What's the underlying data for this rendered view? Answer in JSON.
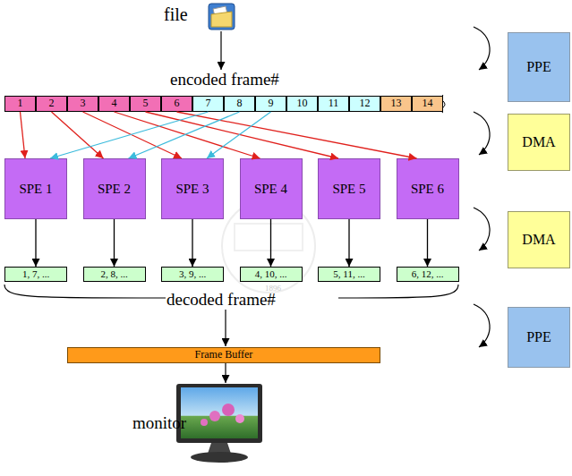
{
  "diagram": {
    "nodes": [
      {
        "text": [
          "PPE"
        ]
      },
      {
        "text": [
          "1"
        ]
      },
      {
        "text": [
          "2"
        ]
      },
      {
        "text": [
          "3"
        ]
      },
      {
        "text": [
          "4"
        ]
      },
      {
        "text": [
          "5"
        ]
      },
      {
        "text": [
          "6"
        ]
      },
      {
        "text": [
          "7"
        ]
      },
      {
        "text": [
          "8"
        ]
      },
      {
        "text": [
          "9"
        ]
      },
      {
        "text": [
          "10"
        ]
      },
      {
        "text": [
          "11"
        ]
      },
      {
        "text": [
          "12"
        ]
      },
      {
        "text": [
          "13"
        ]
      },
      {
        "text": [
          "14"
        ]
      },
      {
        "text": [
          "DMA"
        ]
      },
      {
        "text": [
          "SPE 1"
        ]
      },
      {
        "text": [
          "SPE 2"
        ]
      },
      {
        "text": [
          "SPE 3"
        ]
      },
      {
        "text": [
          "SPE 4"
        ]
      },
      {
        "text": [
          "SPE 5"
        ]
      },
      {
        "text": [
          "SPE 6"
        ]
      },
      {
        "text": [
          "DMA"
        ]
      },
      {
        "text": [
          "1, 7, ..."
        ]
      },
      {
        "text": [
          "2, 8, ..."
        ]
      },
      {
        "text": [
          "3, 9, ..."
        ]
      },
      {
        "text": [
          "4, 10, ..."
        ]
      },
      {
        "text": [
          "5, 11, ..."
        ]
      },
      {
        "text": [
          "6, 12, ..."
        ]
      },
      {
        "text": [
          "PPE"
        ]
      },
      {
        "text": [
          "Frame Buffer"
        ]
      }
    ],
    "edges": [
      {
        "from": 1,
        "to": 16,
        "arrow": "to"
      },
      {
        "from": 2,
        "to": 17,
        "arrow": "to"
      },
      {
        "from": 3,
        "to": 18,
        "arrow": "to"
      },
      {
        "from": 4,
        "to": 19,
        "arrow": "to"
      },
      {
        "from": 5,
        "to": 20,
        "arrow": "to"
      },
      {
        "from": 6,
        "to": 21,
        "arrow": "to"
      },
      {
        "from": 7,
        "to": 16,
        "arrow": "to"
      },
      {
        "from": 8,
        "to": 17,
        "arrow": "to"
      },
      {
        "from": 9,
        "to": 18,
        "arrow": "to"
      },
      {
        "from": 16,
        "to": 23,
        "arrow": "to"
      },
      {
        "from": 17,
        "to": 24,
        "arrow": "to"
      },
      {
        "from": 18,
        "to": 25,
        "arrow": "to"
      },
      {
        "from": 19,
        "to": 26,
        "arrow": "to"
      },
      {
        "from": 20,
        "to": 27,
        "arrow": "to"
      },
      {
        "from": 21,
        "to": 28,
        "arrow": "to"
      }
    ],
    "labels": [
      "file",
      "encoded frame#",
      "decoded frame#",
      "monitor",
      "1896"
    ]
  }
}
